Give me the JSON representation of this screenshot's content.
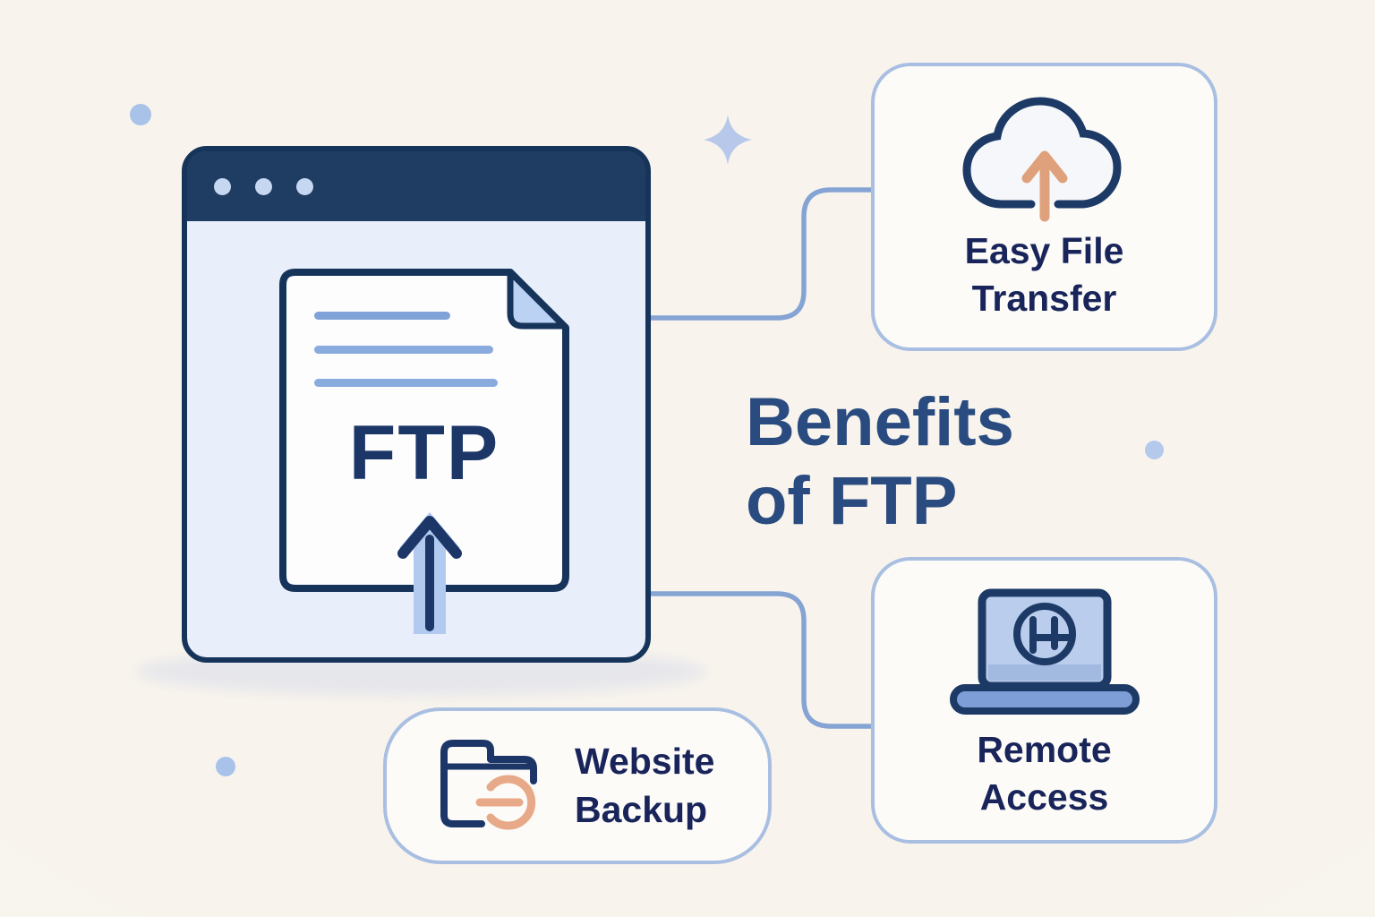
{
  "title": {
    "line1": "Benefits",
    "line2": "of FTP"
  },
  "browser": {
    "document_label": "FTP"
  },
  "cards": {
    "easy_file_transfer": {
      "line1": "Easy File",
      "line2": "Transfer",
      "icon": "cloud-upload-icon"
    },
    "remote_access": {
      "line1": "Remote",
      "line2": "Access",
      "icon": "laptop-icon"
    },
    "website_backup": {
      "line1": "Website",
      "line2": "Backup",
      "icon": "folder-backup-icon"
    }
  },
  "colors": {
    "navy_outline": "#1c3767",
    "titlebar_navy": "#1f3c63",
    "title_text": "#2a4b80",
    "label_text": "#19255a",
    "accent_orange": "#e2a37f",
    "connector": "#85a4d4",
    "card_border": "#a9bfe2",
    "card_background": "#fcfbf8",
    "browser_body": "#e9eefb",
    "light_blue_fill": "#b2caf0",
    "page_background": "#f8f5ef"
  }
}
